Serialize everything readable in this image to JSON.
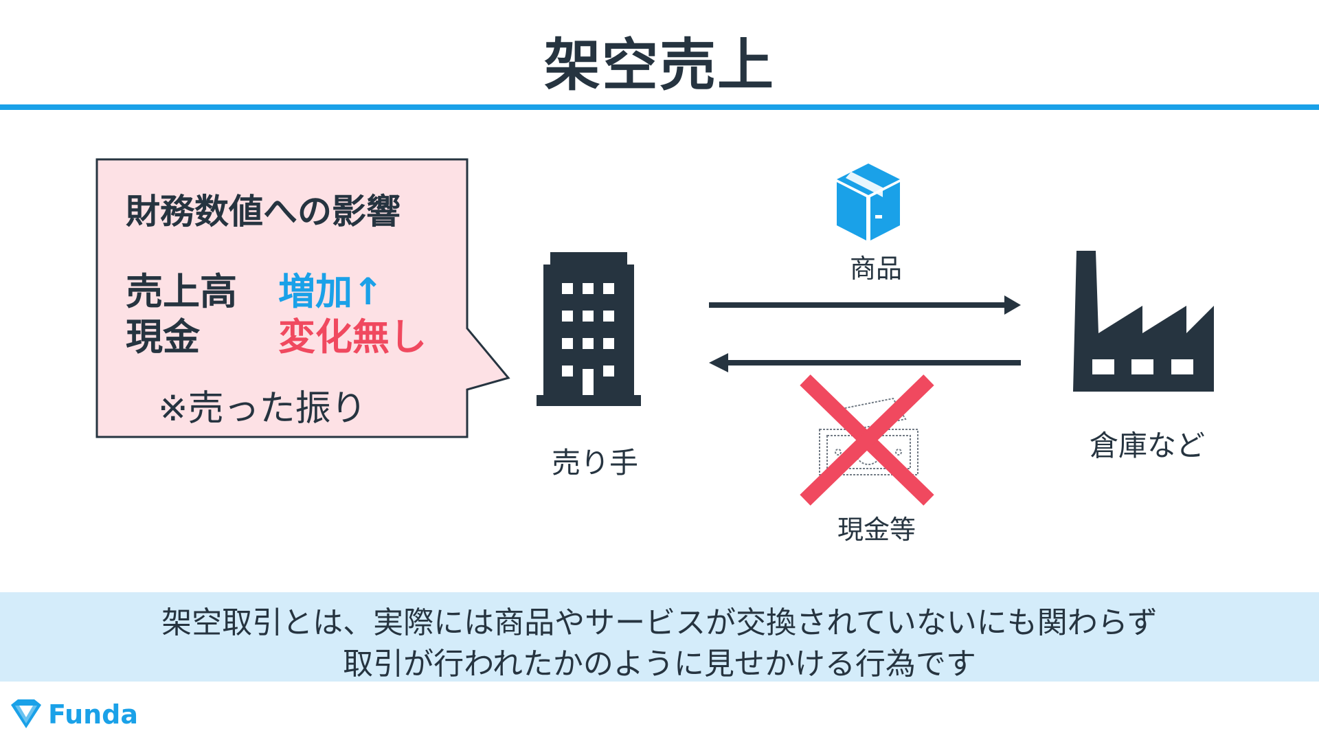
{
  "title": "架空売上",
  "callout": {
    "heading": "財務数値への影響",
    "rows": [
      {
        "label": "売上高",
        "value": "増加↑"
      },
      {
        "label": "現金",
        "value": "変化無し"
      }
    ],
    "note": "※売った振り"
  },
  "diagram": {
    "seller": {
      "label": "売り手",
      "icon": "office-building-icon"
    },
    "warehouse": {
      "label": "倉庫など",
      "icon": "factory-icon"
    },
    "goods": {
      "label": "商品",
      "icon": "package-box-icon"
    },
    "cash": {
      "label": "現金等",
      "icon": "cash-bills-icon",
      "status_icon": "red-x-cross-icon"
    }
  },
  "footer_text": {
    "line1": "架空取引とは、実際には商品やサービスが交換されていないにも関わらず",
    "line2": "取引が行われたかのように見せかける行為です"
  },
  "logo": {
    "text": "Funda",
    "icon": "funda-diamond-logo-icon"
  },
  "colors": {
    "accent_blue": "#1aa1e8",
    "alert_red": "#f0495f",
    "dark_navy": "#263440",
    "callout_fill": "#fde1e5",
    "banner_fill": "#d4ecfa"
  }
}
